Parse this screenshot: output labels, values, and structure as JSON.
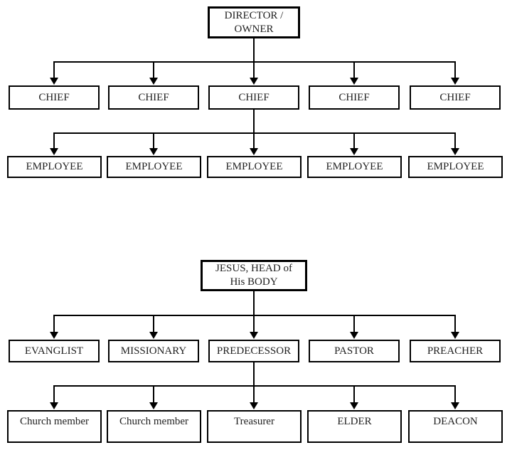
{
  "colors": {
    "background": "#ffffff",
    "box_border": "#000000",
    "connector": "#000000",
    "text": "#1f1f1f"
  },
  "chart_data": [
    {
      "type": "org-chart",
      "root": {
        "label": "DIRECTOR / OWNER",
        "lines": [
          "DIRECTOR /",
          "OWNER"
        ]
      },
      "levels": [
        {
          "nodes": [
            "CHIEF",
            "CHIEF",
            "CHIEF",
            "CHIEF",
            "CHIEF"
          ]
        },
        {
          "nodes": [
            "EMPLOYEE",
            "EMPLOYEE",
            "EMPLOYEE",
            "EMPLOYEE",
            "EMPLOYEE"
          ]
        }
      ],
      "edges": [
        "DIRECTOR / OWNER -> each of the 5 CHIEF boxes (down arrows)",
        "center CHIEF -> each of the 5 EMPLOYEE boxes (down arrows)"
      ]
    },
    {
      "type": "org-chart",
      "root": {
        "label": "JESUS, HEAD of His BODY",
        "lines": [
          "JESUS, HEAD of",
          "His BODY"
        ]
      },
      "levels": [
        {
          "nodes": [
            "EVANGLIST",
            "MISSIONARY",
            "PREDECESSOR",
            "PASTOR",
            "PREACHER"
          ]
        },
        {
          "nodes": [
            "Church member",
            "Church member",
            "Treasurer",
            "ELDER",
            "DEACON"
          ]
        }
      ],
      "edges": [
        "JESUS, HEAD of His BODY -> EVANGLIST, MISSIONARY, PREDECESSOR, PASTOR, PREACHER (down arrows)",
        "PREDECESSOR -> Church member, Church member, Treasurer, ELDER, DEACON (down arrows)"
      ]
    }
  ]
}
